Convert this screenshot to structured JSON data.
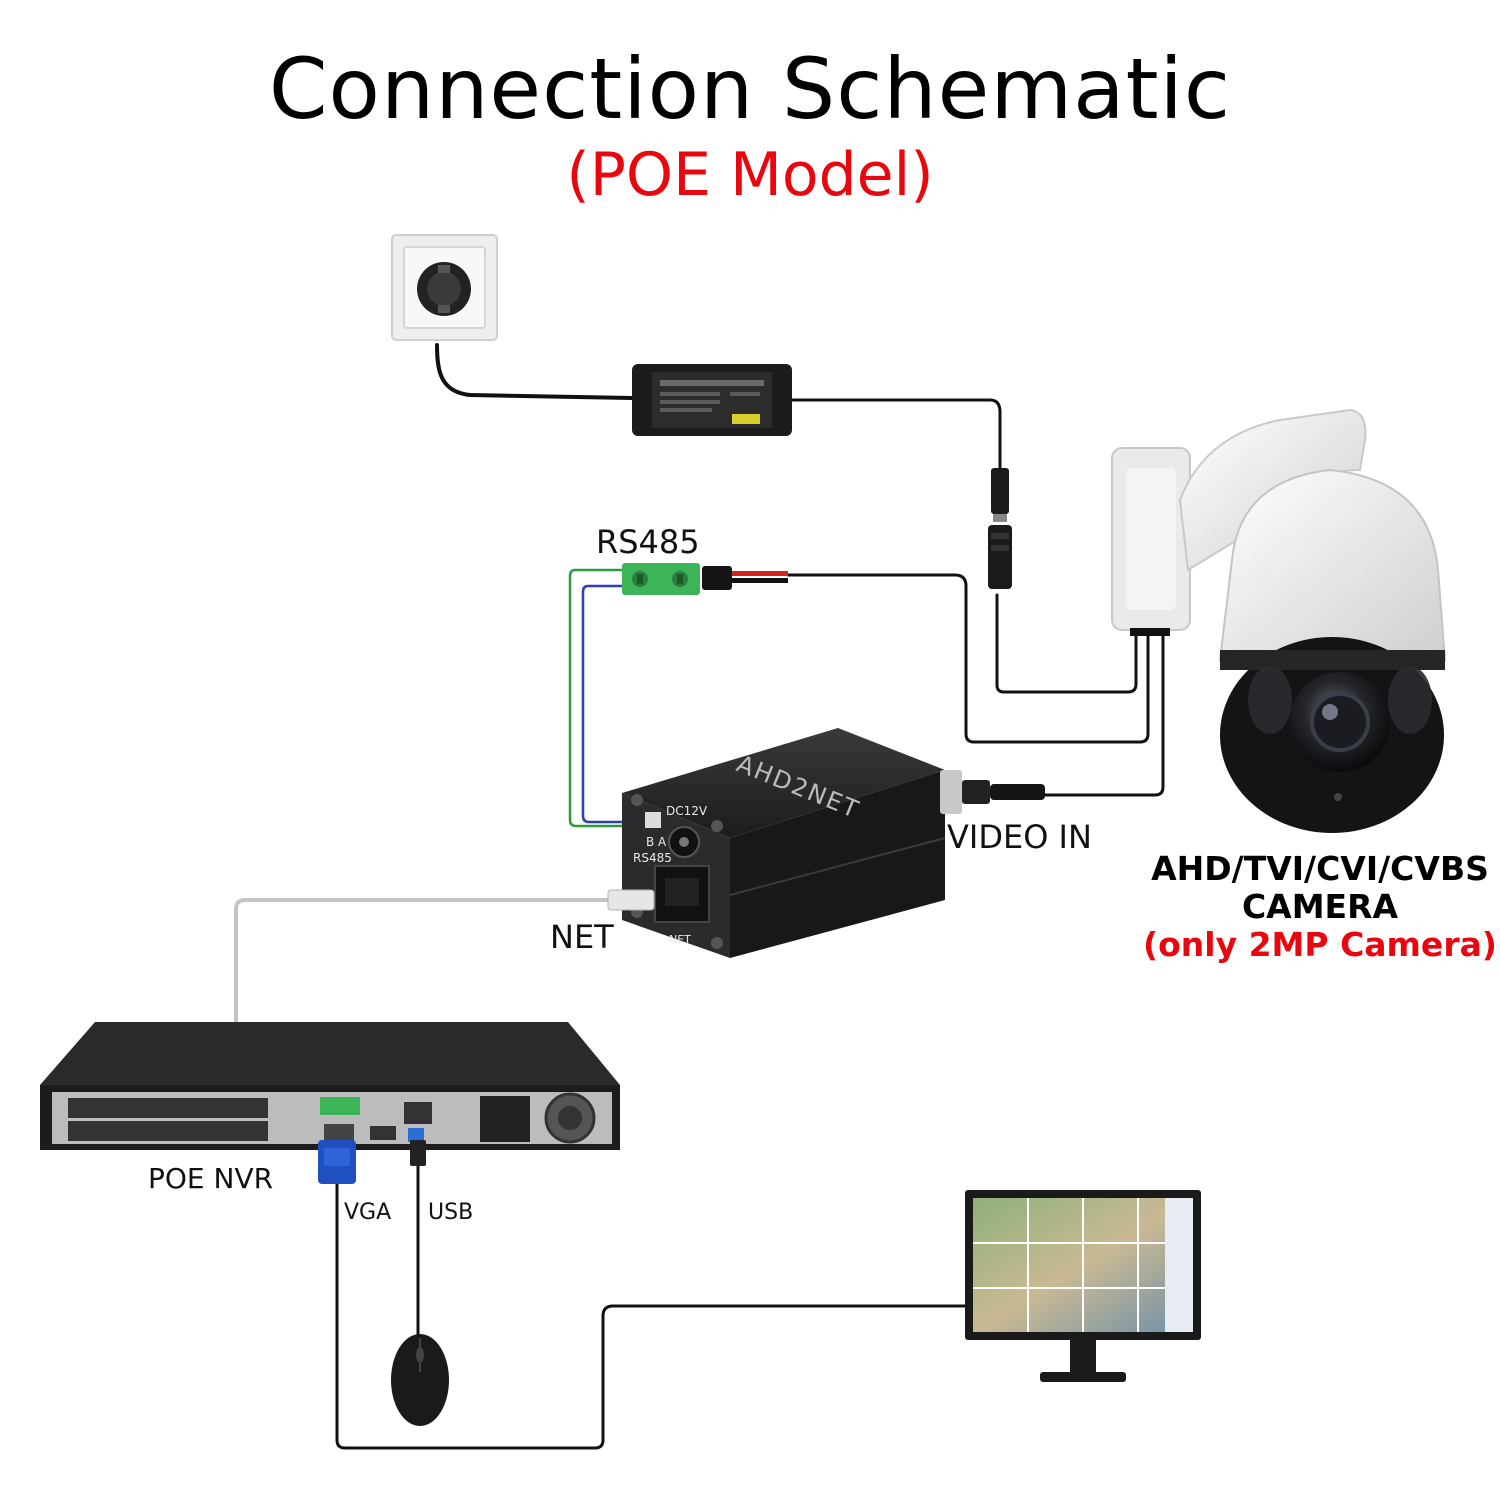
{
  "title": "Connection Schematic",
  "subtitle": "(POE Model)",
  "labels": {
    "rs485": "RS485",
    "video_in": "VIDEO IN",
    "net": "NET",
    "poe_nvr": "POE NVR",
    "vga": "VGA",
    "usb": "USB"
  },
  "device_text": {
    "brand": "AHD2NET",
    "dc12v": "DC12V",
    "ba": "B A",
    "rs485": "RS485",
    "net": "NET"
  },
  "camera": {
    "line1": "AHD/TVI/CVI/CVBS",
    "line2": "CAMERA",
    "note": "(only 2MP Camera)"
  },
  "colors": {
    "title": "#000000",
    "accent_red": "#e8070e",
    "rs485_wire_green": "#2e9a3a",
    "rs485_wire_blue": "#2a3fb8",
    "terminal_green": "#3db457",
    "vga_blue": "#1f4fc1",
    "device_body": "#1e1e20",
    "camera_white": "#f2f2f2"
  }
}
